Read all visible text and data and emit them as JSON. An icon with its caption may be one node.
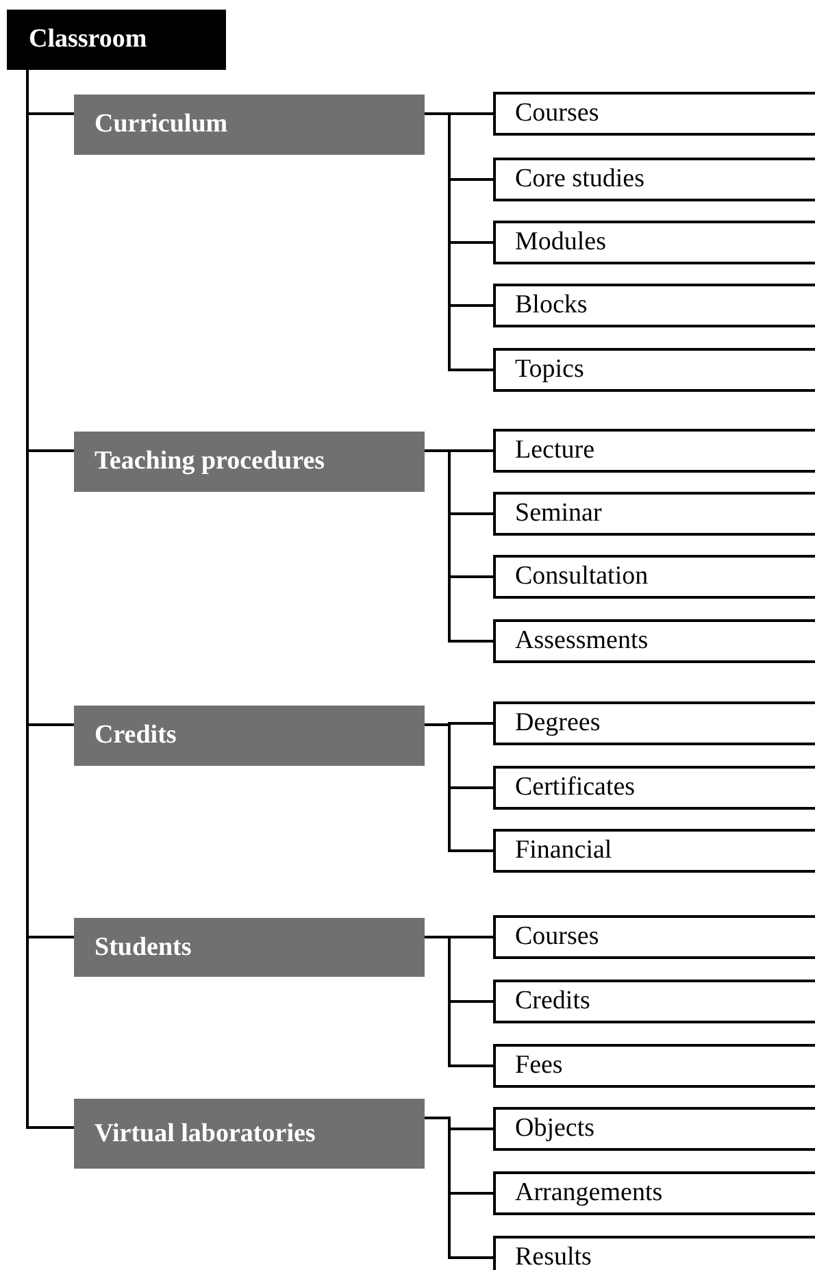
{
  "diagram": {
    "nodes": [
      {
        "text": [
          "Classroom"
        ]
      },
      {
        "text": [
          "Curriculum"
        ]
      },
      {
        "text": [
          "Courses"
        ]
      },
      {
        "text": [
          "Core studies"
        ]
      },
      {
        "text": [
          "Modules"
        ]
      },
      {
        "text": [
          "Blocks"
        ]
      },
      {
        "text": [
          "Topics"
        ]
      },
      {
        "text": [
          "Teaching procedures"
        ]
      },
      {
        "text": [
          "Lecture"
        ]
      },
      {
        "text": [
          "Seminar"
        ]
      },
      {
        "text": [
          "Consultation"
        ]
      },
      {
        "text": [
          "Assessments"
        ]
      },
      {
        "text": [
          "Credits"
        ]
      },
      {
        "text": [
          "Degrees"
        ]
      },
      {
        "text": [
          "Certificates"
        ]
      },
      {
        "text": [
          "Financial"
        ]
      },
      {
        "text": [
          "Students"
        ]
      },
      {
        "text": [
          "Courses"
        ]
      },
      {
        "text": [
          "Credits"
        ]
      },
      {
        "text": [
          "Fees"
        ]
      },
      {
        "text": [
          "Virtual laboratories"
        ]
      },
      {
        "text": [
          "Objects"
        ]
      },
      {
        "text": [
          "Arrangements"
        ]
      },
      {
        "text": [
          "Results"
        ]
      }
    ],
    "edges": [
      {
        "from": 0,
        "to": 1,
        "arrow": "none"
      },
      {
        "from": 1,
        "to": 2,
        "arrow": "none"
      },
      {
        "from": 1,
        "to": 3,
        "arrow": "none"
      },
      {
        "from": 1,
        "to": 4,
        "arrow": "none"
      },
      {
        "from": 1,
        "to": 5,
        "arrow": "none"
      },
      {
        "from": 1,
        "to": 6,
        "arrow": "none"
      },
      {
        "from": 0,
        "to": 7,
        "arrow": "none"
      },
      {
        "from": 7,
        "to": 8,
        "arrow": "none"
      },
      {
        "from": 7,
        "to": 9,
        "arrow": "none"
      },
      {
        "from": 7,
        "to": 10,
        "arrow": "none"
      },
      {
        "from": 7,
        "to": 11,
        "arrow": "none"
      },
      {
        "from": 0,
        "to": 12,
        "arrow": "none"
      },
      {
        "from": 12,
        "to": 13,
        "arrow": "none"
      },
      {
        "from": 12,
        "to": 14,
        "arrow": "none"
      },
      {
        "from": 12,
        "to": 15,
        "arrow": "none"
      },
      {
        "from": 0,
        "to": 16,
        "arrow": "none"
      },
      {
        "from": 16,
        "to": 17,
        "arrow": "none"
      },
      {
        "from": 16,
        "to": 18,
        "arrow": "none"
      },
      {
        "from": 16,
        "to": 19,
        "arrow": "none"
      },
      {
        "from": 0,
        "to": 20,
        "arrow": "none"
      },
      {
        "from": 20,
        "to": 21,
        "arrow": "none"
      },
      {
        "from": 20,
        "to": 22,
        "arrow": "none"
      },
      {
        "from": 20,
        "to": 23,
        "arrow": "none"
      }
    ]
  }
}
